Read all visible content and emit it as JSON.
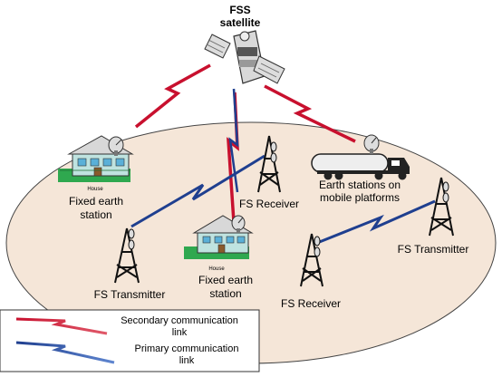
{
  "satellite": {
    "title_line1": "FSS",
    "title_line2": "satellite"
  },
  "labels": {
    "fixed_station_1_line1": "Fixed earth",
    "fixed_station_1_line2": "station",
    "fixed_station_2_line1": "Fixed earth",
    "fixed_station_2_line2": "station",
    "house_1": "House",
    "house_2": "House",
    "fs_receiver_1": "FS Receiver",
    "fs_receiver_2": "FS Receiver",
    "fs_transmitter_1": "FS Transmitter",
    "fs_transmitter_2": "FS Transmitter",
    "mobile_line1": "Earth stations on",
    "mobile_line2": "mobile platforms"
  },
  "legend": {
    "secondary_line1": "Secondary communication",
    "secondary_line2": "link",
    "primary_line1": "Primary communication",
    "primary_line2": "link"
  },
  "colors": {
    "ellipse_fill": "#f5e6d8",
    "secondary_link": "#c8102e",
    "primary_link": "#1f3f8f",
    "house_wall": "#bfe3e0",
    "grass": "#2fa84f"
  }
}
